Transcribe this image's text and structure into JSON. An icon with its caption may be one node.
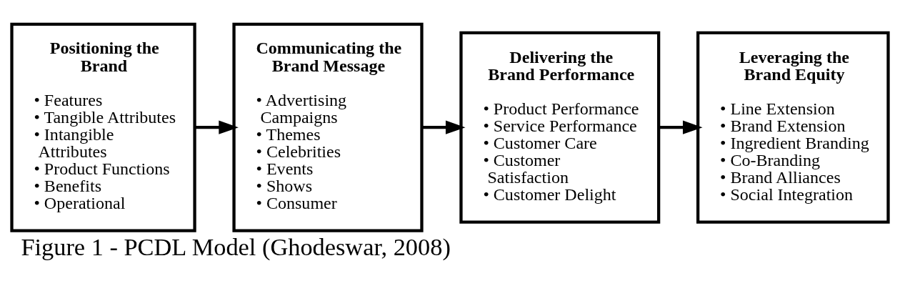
{
  "diagram": {
    "caption": "Figure 1 - PCDL Model (Ghodeswar, 2008)",
    "nodes": [
      {
        "text": [
          "Positioning the Brand",
          "• Features",
          "• Tangible Attributes",
          "• Intangible Attributes",
          "• Product Functions",
          "• Benefits",
          "• Operational"
        ]
      },
      {
        "text": [
          "Communicating the Brand Message",
          "• Advertising Campaigns",
          "• Themes",
          "• Celebrities",
          "• Events",
          "• Shows",
          "• Consumer"
        ]
      },
      {
        "text": [
          "Delivering the Brand Performance",
          "• Product Performance",
          "• Service Performance",
          "• Customer Care",
          "• Customer Satisfaction",
          "• Customer Delight"
        ]
      },
      {
        "text": [
          "Leveraging the Brand Equity",
          "• Line Extension",
          "• Brand Extension",
          "• Ingredient Branding",
          "• Co-Branding",
          "• Brand Alliances",
          "• Social Integration"
        ]
      }
    ],
    "edges": [
      {
        "from": 0,
        "to": 1,
        "arrow": "to"
      },
      {
        "from": 1,
        "to": 2,
        "arrow": "to"
      },
      {
        "from": 2,
        "to": 3,
        "arrow": "to"
      }
    ]
  }
}
